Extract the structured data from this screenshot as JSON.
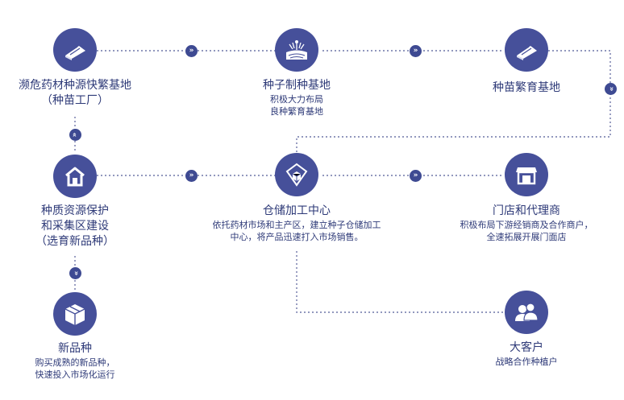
{
  "colors": {
    "primary": "#46509a",
    "text": "#2e3a78",
    "line": "#6f76a8"
  },
  "nodes": {
    "endangered_base": {
      "icon": "seedling-tray-icon",
      "title": "濒危药材种源快繁基地",
      "sub1": "（种苗工厂）"
    },
    "seed_base": {
      "icon": "field-irrigation-icon",
      "title": "种子制种基地",
      "sub1": "积极大力布局",
      "sub2": "良种繁育基地"
    },
    "seedling_base": {
      "icon": "seedling-tray-icon",
      "title": "种苗繁育基地"
    },
    "germplasm": {
      "icon": "house-icon",
      "title": "种质资源保护",
      "title2": "和采集区建设",
      "title3": "（选育新品种）"
    },
    "warehouse": {
      "icon": "warehouse-box-icon",
      "title": "仓储加工中心",
      "sub1": "依托药材市场和主产区，建立种子仓储加工",
      "sub2": "中心，将产品迅速打入市场销售。"
    },
    "stores": {
      "icon": "storefront-icon",
      "title": "门店和代理商",
      "sub1": "积极布局下游经销商及合作商户，",
      "sub2": "全速拓展开展门面店"
    },
    "new_variety": {
      "icon": "package-box-icon",
      "title": "新品种",
      "sub1": "购买成熟的新品种，",
      "sub2": "快速投入市场化运行"
    },
    "key_clients": {
      "icon": "people-icon",
      "title": "大客户",
      "sub1": "战略合作种植户"
    }
  },
  "arrows": {
    "right": "»",
    "down": "»",
    "up": "»"
  }
}
